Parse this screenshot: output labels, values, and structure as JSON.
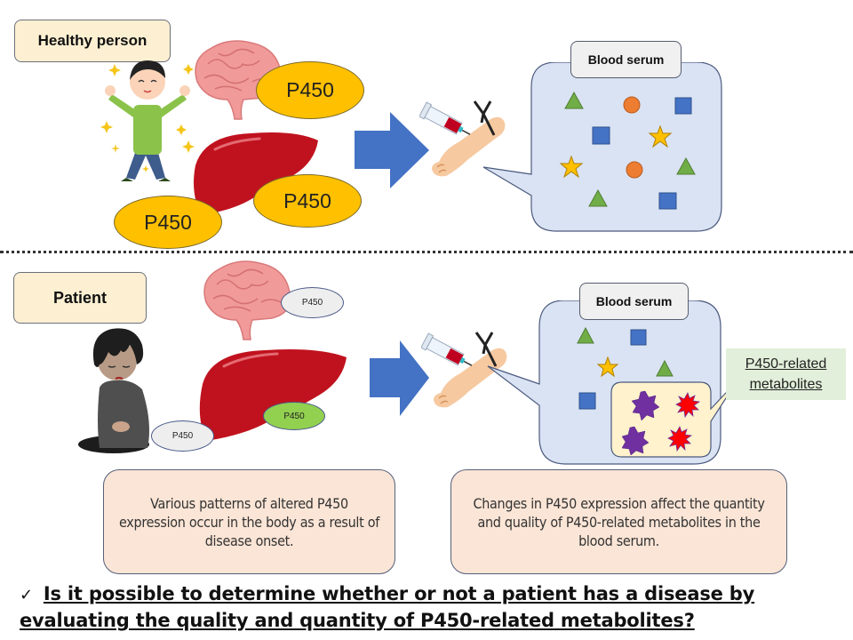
{
  "healthy": {
    "label": "Healthy person",
    "p450_labels": [
      "P450",
      "P450",
      "P450"
    ],
    "serum_title": "Blood serum",
    "serum_items": [
      "triangle",
      "circle",
      "square",
      "square",
      "star",
      "star",
      "circle",
      "triangle",
      "triangle",
      "square"
    ]
  },
  "patient": {
    "label": "Patient",
    "p450_labels": [
      "P450",
      "P450",
      "P450"
    ],
    "serum_title": "Blood serum",
    "serum_items": [
      "triangle",
      "square",
      "star",
      "triangle",
      "square"
    ],
    "metabolite_items": [
      "heptagram-purple",
      "burst-red",
      "heptagram-purple",
      "burst-red"
    ],
    "metabolite_label_line1": "P450-related",
    "metabolite_label_line2": "metabolites"
  },
  "notes": {
    "left": "Various patterns of altered P450 expression occur in the body as a result of disease onset.",
    "right": "Changes in P450 expression affect the quantity and quality of P450-related metabolites in the blood serum."
  },
  "question": {
    "bullet": "✓",
    "text": "Is it possible to determine whether or not a patient has a disease by evaluating the quality and quantity of P450-related metabolites?"
  },
  "icons": {
    "person_healthy": "happy-person-icon",
    "person_patient": "sad-person-icon",
    "brain": "brain-icon",
    "liver": "liver-icon",
    "arrow": "right-arrow-icon",
    "blood_draw": "syringe-arm-icon"
  },
  "colors": {
    "p450_normal": "#ffc000",
    "p450_down": "#eeeeee",
    "p450_altered": "#92d050",
    "arrow": "#4472c4",
    "serum_bg": "#dae3f3",
    "label_bg": "#fdf0d2",
    "note_bg": "#fbe5d6",
    "metab_bg": "#e2efda"
  }
}
